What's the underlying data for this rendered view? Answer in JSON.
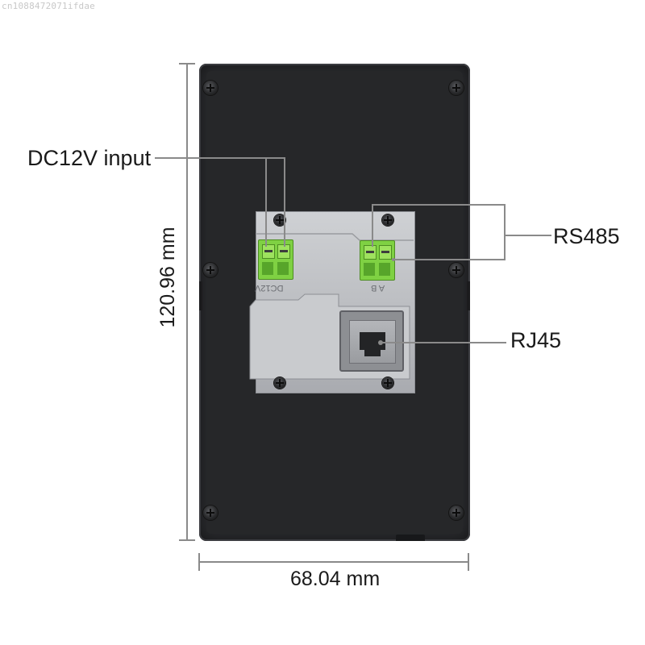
{
  "watermark": "cn1088472071ifdae",
  "labels": {
    "dc_input": "DC12V input",
    "rs485": "RS485",
    "rj45": "RJ45",
    "width": "68.04 mm",
    "height": "120.96 mm"
  },
  "silkscreen": {
    "dc": "DC12V",
    "rs": "A B"
  },
  "colors": {
    "device": "#2a2b2e",
    "terminal": "#7fd143",
    "plate": "#c5c7ca",
    "leader": "#8a8a8a"
  }
}
